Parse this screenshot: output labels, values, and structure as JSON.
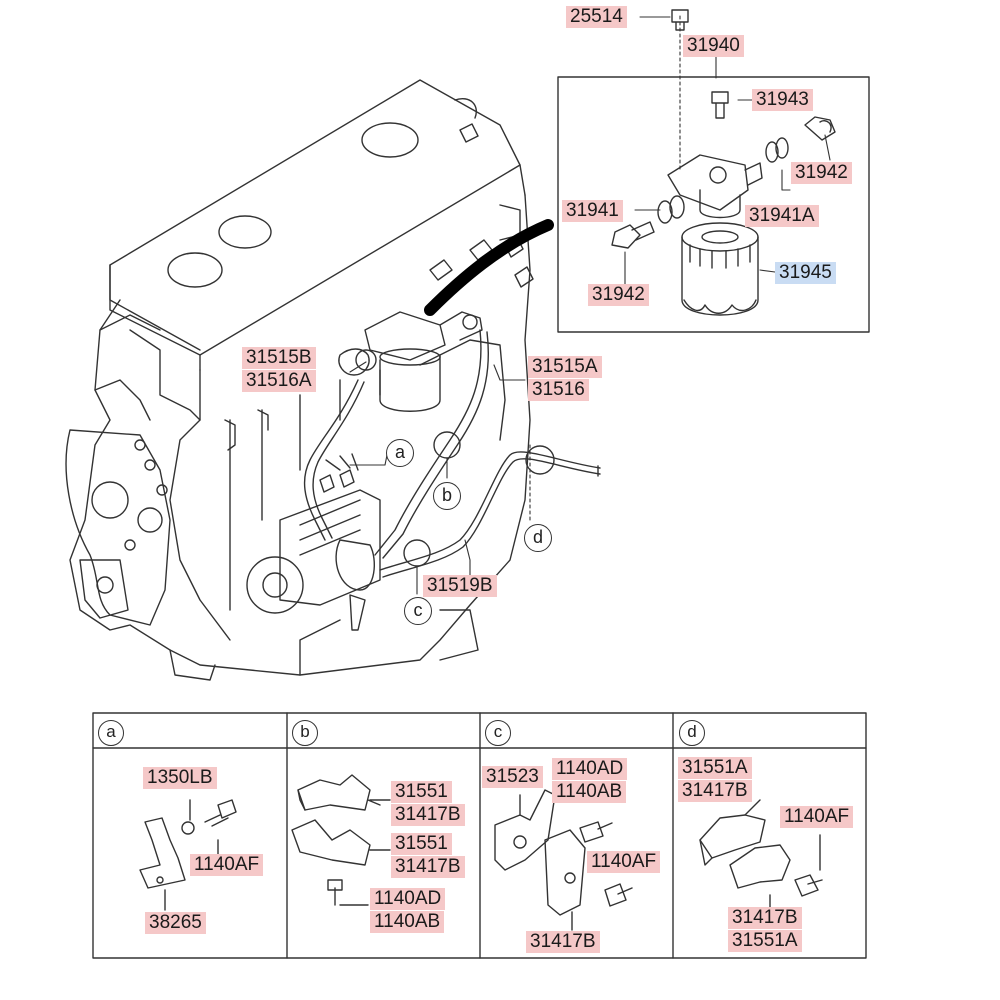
{
  "main_labels": {
    "p25514": "25514",
    "p31940": "31940",
    "p31943": "31943",
    "p31942_top": "31942",
    "p31941": "31941",
    "p31941A": "31941A",
    "p31945": "31945",
    "p31942_bot": "31942",
    "p31515B": "31515B",
    "p31516A": "31516A",
    "p31515A": "31515A",
    "p31516": "31516",
    "p31519B": "31519B"
  },
  "callouts": {
    "a": "a",
    "b": "b",
    "c": "c",
    "d": "d"
  },
  "panels": [
    {
      "letter": "a",
      "labels": [
        "1350LB",
        "1140AF",
        "38265"
      ]
    },
    {
      "letter": "b",
      "labels": [
        "31551",
        "31417B",
        "31551",
        "31417B",
        "1140AD",
        "1140AB"
      ]
    },
    {
      "letter": "c",
      "labels": [
        "31523",
        "1140AD",
        "1140AB",
        "1140AF",
        "31417B"
      ]
    },
    {
      "letter": "d",
      "labels": [
        "31551A",
        "31417B",
        "1140AF",
        "31417B",
        "31551A"
      ]
    }
  ],
  "colors": {
    "label_highlight": "#f5c8c8",
    "selected_highlight": "#c9dcf3",
    "line": "#333333"
  }
}
